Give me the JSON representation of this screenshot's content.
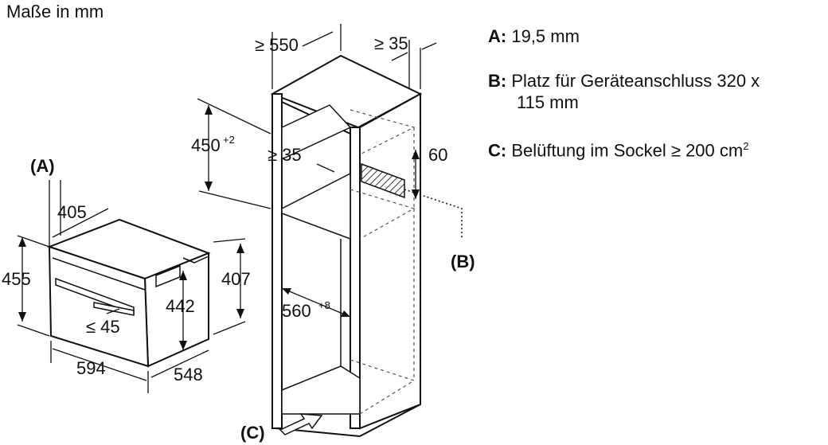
{
  "title": "Maße in mm",
  "legend": {
    "a_key": "A:",
    "a_text": "19,5 mm",
    "b_key": "B:",
    "b_text_line1": "Platz für Geräteanschluss 320 x",
    "b_text_line2": "115 mm",
    "c_key": "C:",
    "c_text": "Belüftung im Sockel ≥ 200 cm",
    "c_sup": "2"
  },
  "dims": {
    "ge550": "≥ 550",
    "ge35_top": "≥ 35",
    "d450": "450",
    "d450_sup": "+2",
    "ge35_mid": "≥ 35",
    "d60": "60",
    "callout_a": "(A)",
    "callout_b": "(B)",
    "callout_c": "(C)",
    "d405": "405",
    "d455": "455",
    "d407": "407",
    "d442": "442",
    "le45": "≤ 45",
    "d594": "594",
    "d548": "548",
    "d560": "560",
    "d560_sup": "+8"
  }
}
